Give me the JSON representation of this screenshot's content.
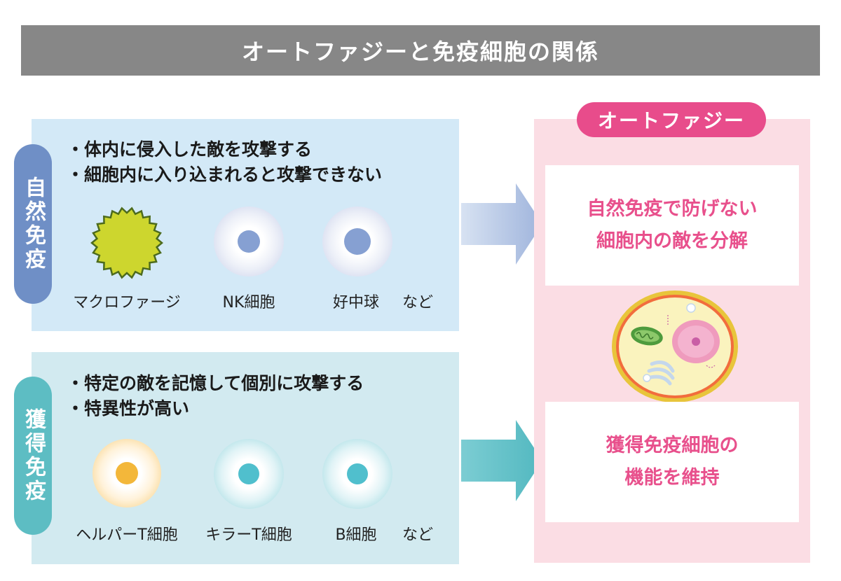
{
  "title": "オートファジーと免疫細胞の関係",
  "innate": {
    "label": "自然免疫",
    "bullets": [
      "体内に侵入した敵を攻撃する",
      "細胞内に入り込まれると攻撃できない"
    ],
    "cells": [
      {
        "label": "マクロファージ"
      },
      {
        "label": "NK細胞"
      },
      {
        "label": "好中球"
      }
    ],
    "etc": "など"
  },
  "acquired": {
    "label": "獲得免疫",
    "bullets": [
      "特定の敵を記憶して個別に攻撃する",
      "特異性が高い"
    ],
    "cells": [
      {
        "label": "ヘルパーT細胞"
      },
      {
        "label": "キラーT細胞"
      },
      {
        "label": "B細胞"
      }
    ],
    "etc": "など"
  },
  "autophagy": {
    "label": "オートファジー",
    "box1": [
      "自然免疫で防げない",
      "細胞内の敵を分解"
    ],
    "box2": [
      "獲得免疫細胞の",
      "機能を維持"
    ]
  },
  "colors": {
    "innate_accent": "#6f8fc6",
    "acquired_accent": "#5dbdc3",
    "autophagy_accent": "#e84c8b",
    "macrophage": "#cdd62e",
    "helper_t": "#f3b73a"
  }
}
